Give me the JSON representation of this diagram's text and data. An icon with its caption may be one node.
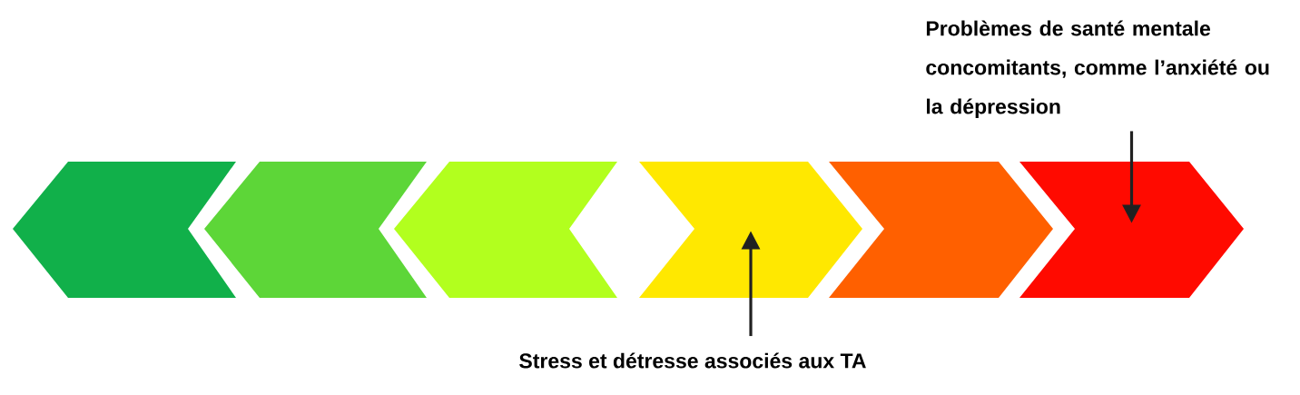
{
  "diagram": {
    "nodes": [
      {
        "text": [
          "Problèmes de santé mentale concomitants, comme l’anxiété ou la dépression"
        ]
      },
      {
        "text": [],
        "shape": "chevron"
      },
      {
        "text": [],
        "shape": "chevron"
      },
      {
        "text": [],
        "shape": "chevron"
      },
      {
        "text": [],
        "shape": "chevron"
      },
      {
        "text": [],
        "shape": "chevron"
      },
      {
        "text": [],
        "shape": "chevron"
      },
      {
        "text": [
          "Stress et détresse associés aux TA"
        ]
      }
    ],
    "edges": [
      {
        "from": 0,
        "to": 6,
        "arrow": "to"
      },
      {
        "from": 7,
        "to": 4,
        "arrow": "to"
      }
    ]
  }
}
